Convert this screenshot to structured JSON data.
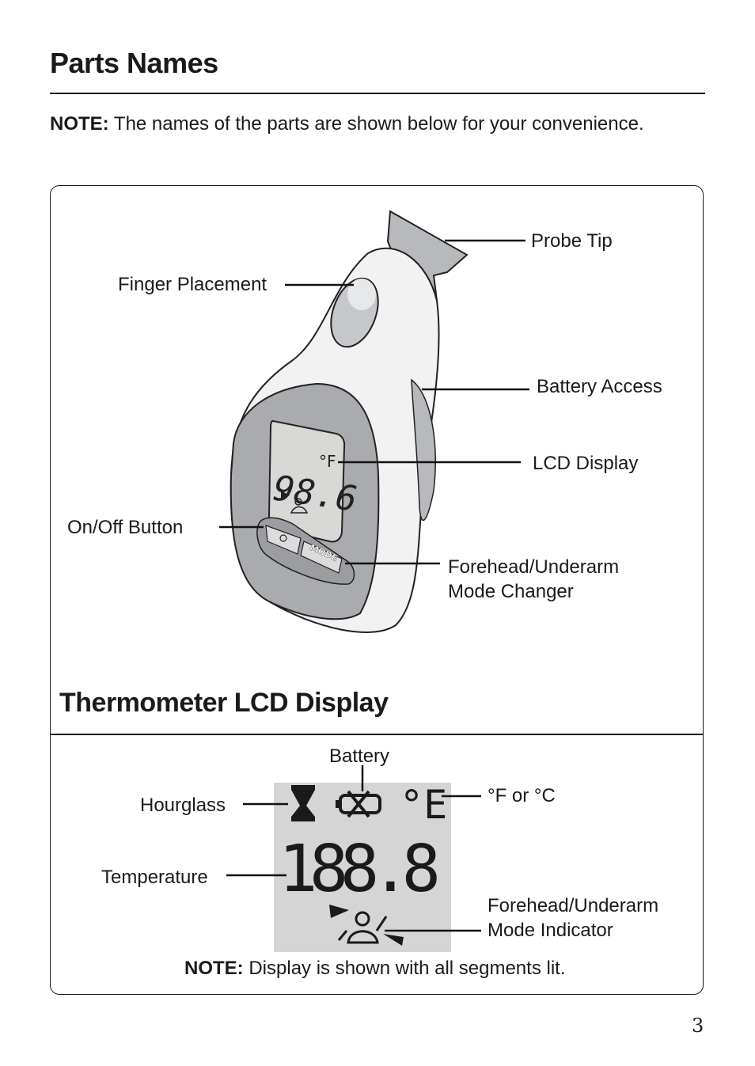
{
  "heading": "Parts Names",
  "note": {
    "label": "NOTE:",
    "text": "The names of the parts are shown below for your convenience."
  },
  "parts": {
    "probe_tip": "Probe Tip",
    "finger_placement": "Finger Placement",
    "battery_access": "Battery Access",
    "lcd_display": "LCD Display",
    "on_off_button": "On/Off Button",
    "mode_changer_line1": "Forehead/Underarm",
    "mode_changer_line2": "Mode Changer"
  },
  "device_display": {
    "reading": "98.6",
    "unit": "°F",
    "mode_button": "MODE"
  },
  "lcd_heading": "Thermometer LCD Display",
  "lcd_parts": {
    "battery": "Battery",
    "hourglass": "Hourglass",
    "unit": "°F or °C",
    "temperature": "Temperature",
    "mode_indicator_line1": "Forehead/Underarm",
    "mode_indicator_line2": "Mode Indicator"
  },
  "lcd_segments": {
    "digits": "188.8",
    "unit_symbol": "°E"
  },
  "footer_note": {
    "label": "NOTE:",
    "text": "Display is shown with all segments lit."
  },
  "page_number": "3"
}
